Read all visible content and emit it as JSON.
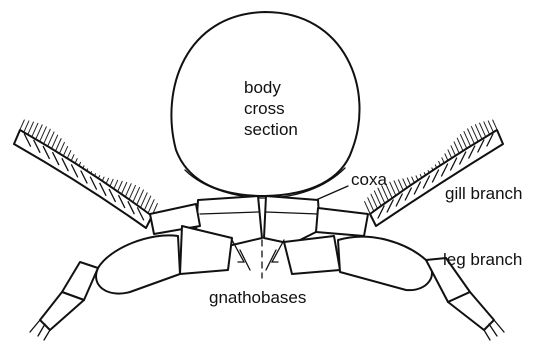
{
  "figure": {
    "labels": {
      "body_line1": "body",
      "body_line2": "cross",
      "body_line3": "section",
      "coxa": "coxa",
      "gill_branch": "gill branch",
      "leg_branch": "leg branch",
      "gnathobases": "gnathobases"
    },
    "colors": {
      "ink": "#111111",
      "background": "#ffffff"
    }
  }
}
